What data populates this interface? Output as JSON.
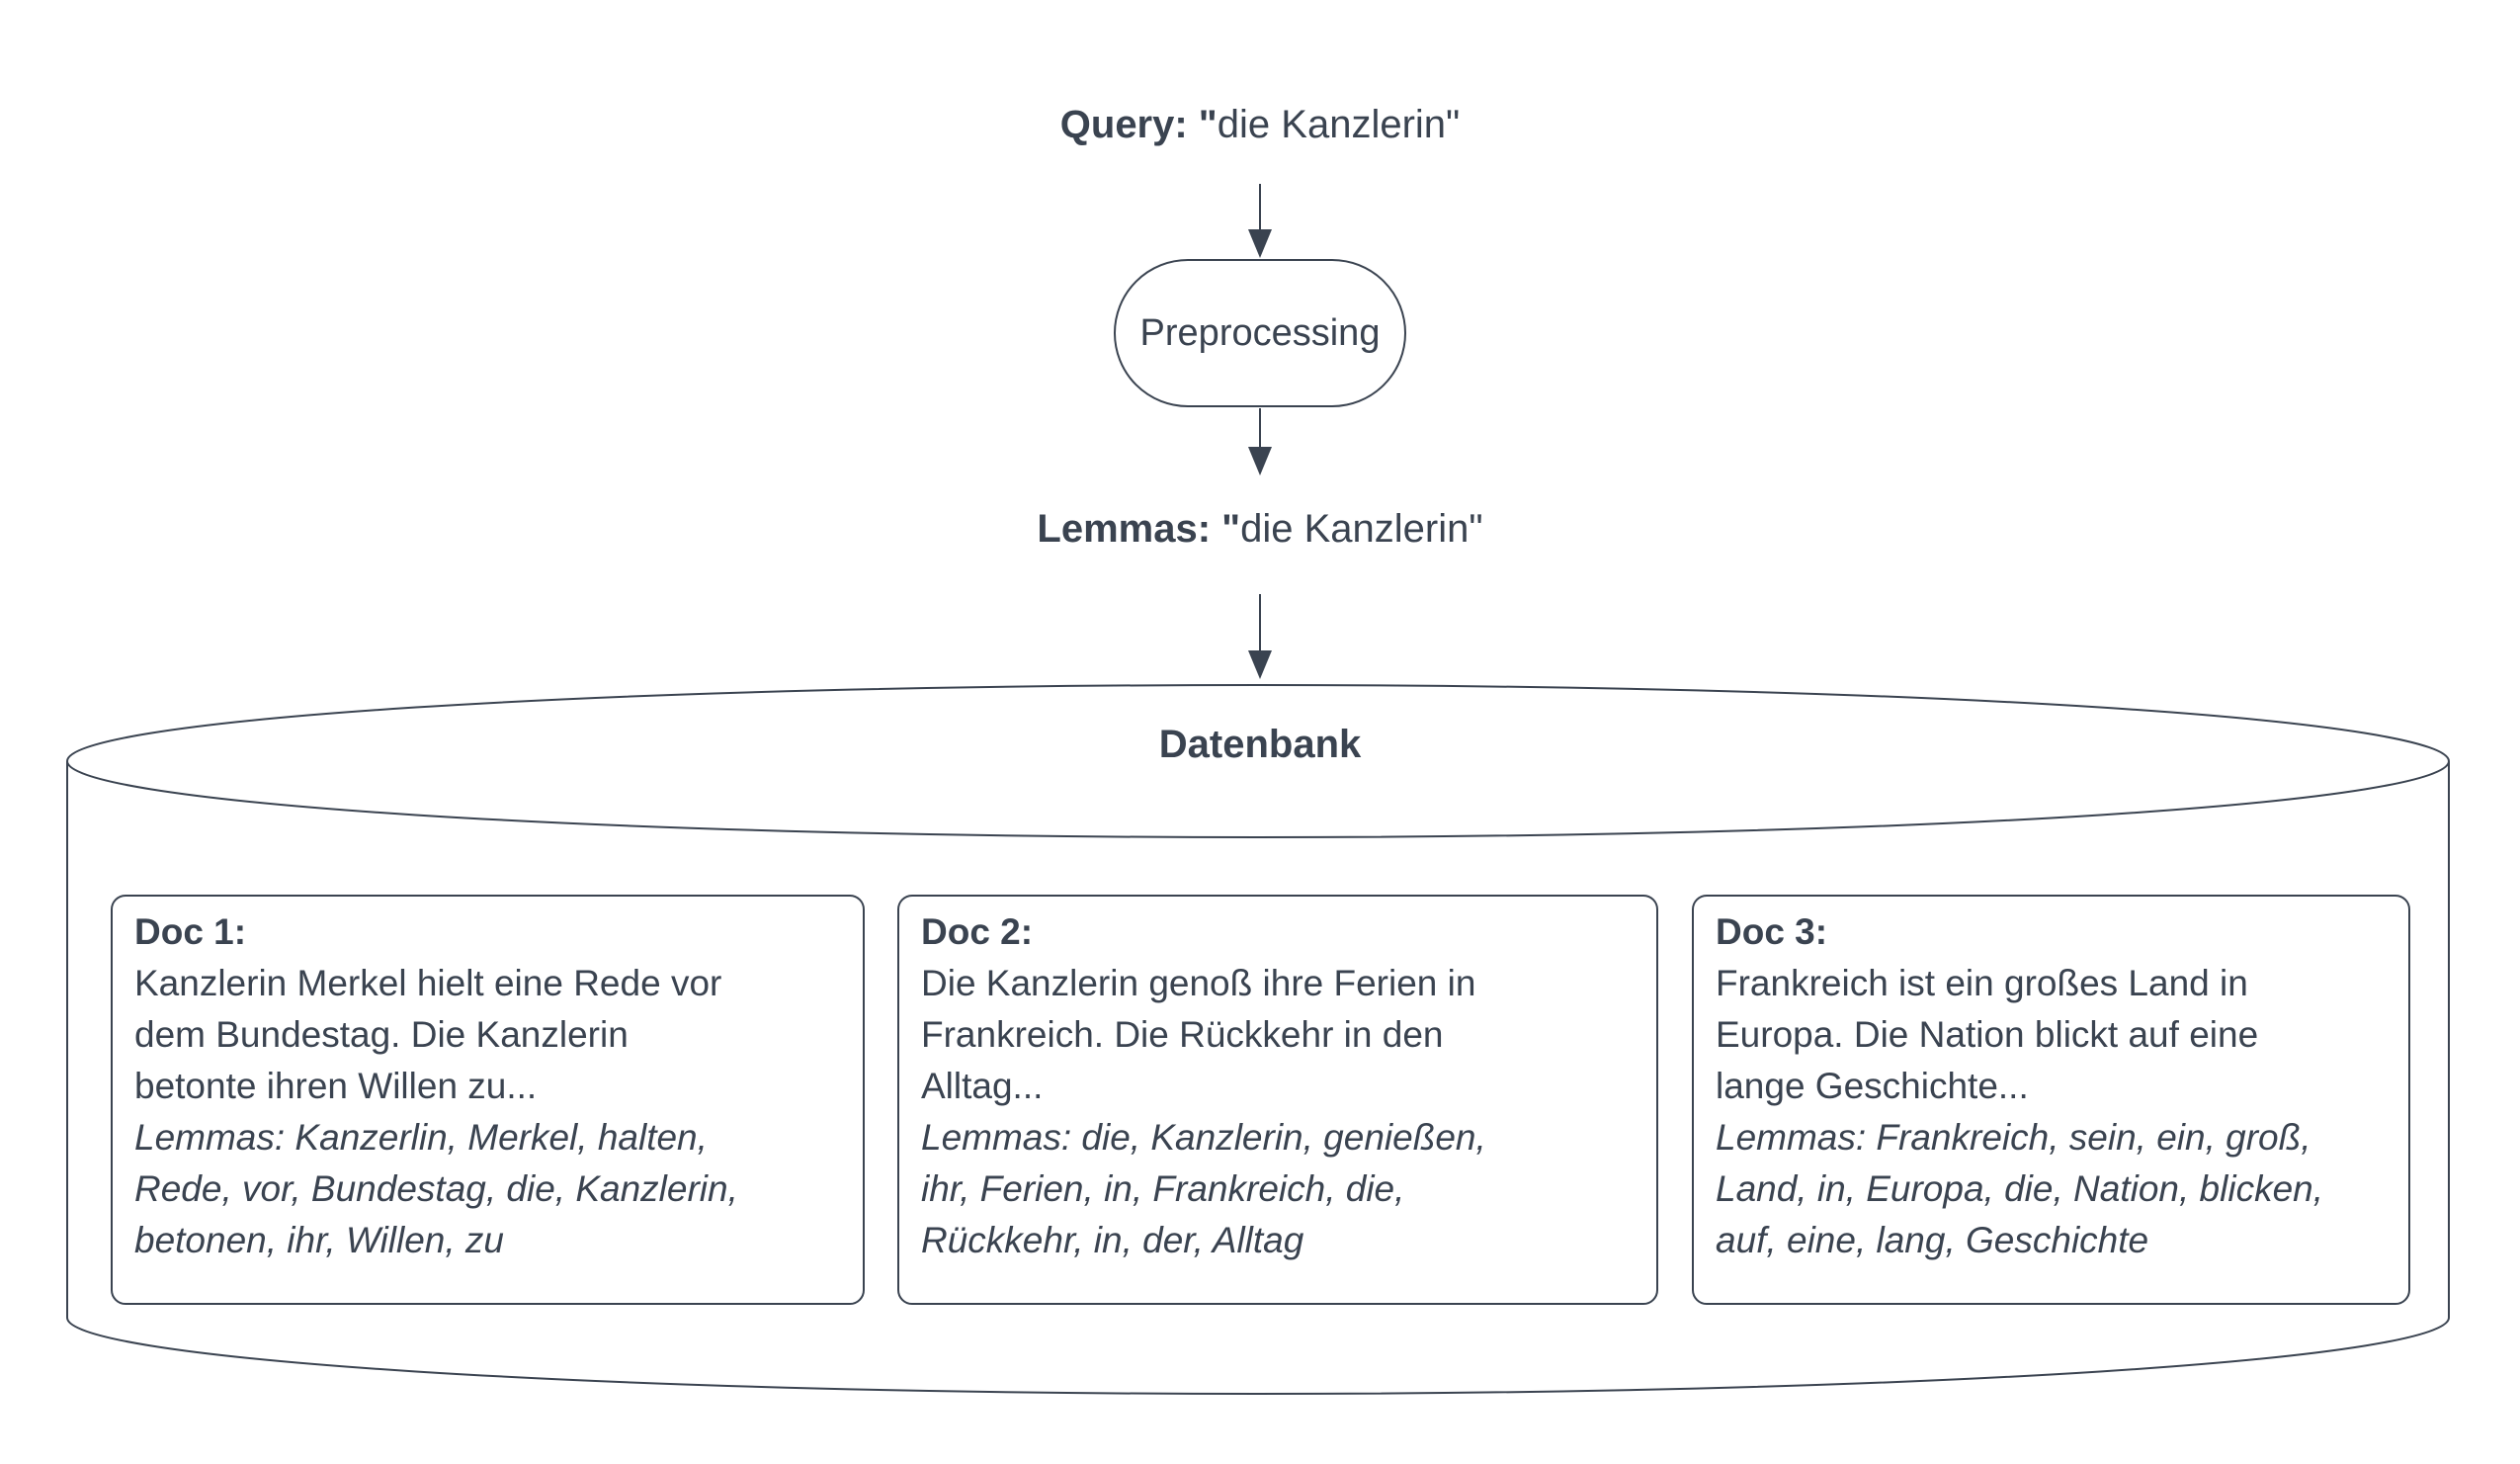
{
  "diagram": {
    "query": {
      "label_bold": "Query: \"",
      "value": "die Kanzlerin\""
    },
    "preprocessing": {
      "label": "Preprocessing"
    },
    "lemmas": {
      "label_bold": "Lemmas: \"",
      "value": "die Kanzlerin\""
    },
    "database": {
      "title": "Datenbank",
      "docs": [
        {
          "title": "Doc 1:",
          "body": [
            "Kanzlerin Merkel hielt eine Rede vor",
            "dem Bundestag. Die Kanzlerin",
            "betonte ihren Willen zu..."
          ],
          "lemmas": [
            "Lemmas: Kanzerlin, Merkel, halten,",
            "Rede, vor, Bundestag, die, Kanzlerin,",
            "betonen, ihr, Willen, zu"
          ]
        },
        {
          "title": "Doc 2:",
          "body": [
            "Die Kanzlerin genoß ihre Ferien in",
            "Frankreich. Die Rückkehr in den",
            "Alltag..."
          ],
          "lemmas": [
            "Lemmas: die, Kanzlerin, genießen,",
            "ihr, Ferien, in, Frankreich, die,",
            "Rückkehr, in, der, Alltag"
          ]
        },
        {
          "title": "Doc 3:",
          "body": [
            "Frankreich ist ein großes Land in",
            "Europa. Die Nation blickt auf eine",
            "lange Geschichte..."
          ],
          "lemmas": [
            "Lemmas: Frankreich, sein, ein, groß,",
            "Land, in, Europa, die, Nation, blicken,",
            "auf, eine, lang, Geschichte"
          ]
        }
      ]
    },
    "colors": {
      "stroke": "#3a4350",
      "text": "#3a4350",
      "background": "#ffffff"
    }
  }
}
